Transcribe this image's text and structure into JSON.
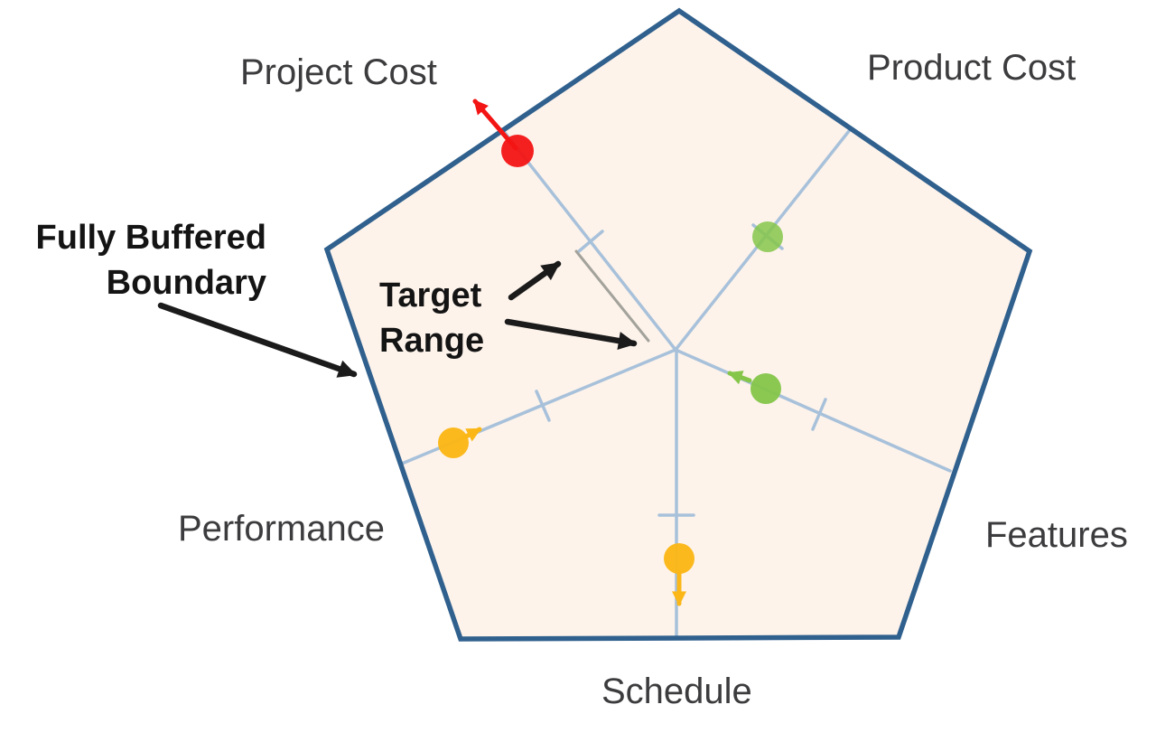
{
  "diagram": {
    "type": "pentagon-tradeoff-diagram",
    "labels": {
      "project_cost": "Project Cost",
      "product_cost": "Product Cost",
      "features": "Features",
      "schedule": "Schedule",
      "performance": "Performance"
    },
    "annotations": {
      "fully_buffered_line1": "Fully Buffered",
      "fully_buffered_line2": "Boundary",
      "target_range_line1": "Target",
      "target_range_line2": "Range"
    },
    "axes": [
      {
        "name": "Project Cost",
        "dot_color": "red",
        "dot_status": "at fully buffered boundary",
        "arrow": "outward beyond boundary"
      },
      {
        "name": "Product Cost",
        "dot_color": "green",
        "dot_status": "on target range mark",
        "arrow": "none"
      },
      {
        "name": "Features",
        "dot_color": "green",
        "dot_status": "inside target range",
        "arrow": "inward toward center"
      },
      {
        "name": "Schedule",
        "dot_color": "yellow",
        "dot_status": "outside target range mark",
        "arrow": "outward away from center"
      },
      {
        "name": "Performance",
        "dot_color": "yellow",
        "dot_status": "outside target range mark",
        "arrow": "inward toward center"
      }
    ],
    "colors": {
      "pentagon_fill": "#FDF3EB",
      "pentagon_border": "#30608D",
      "spoke_blue": "#A8C1DA",
      "target_band_gray": "#A3A39B",
      "annotation_black": "#1B1B1B",
      "dot_red": "#F31414",
      "dot_green": "#85C54A",
      "dot_yellow": "#FBB717",
      "axis_label_color": "#3C3C3E"
    }
  }
}
